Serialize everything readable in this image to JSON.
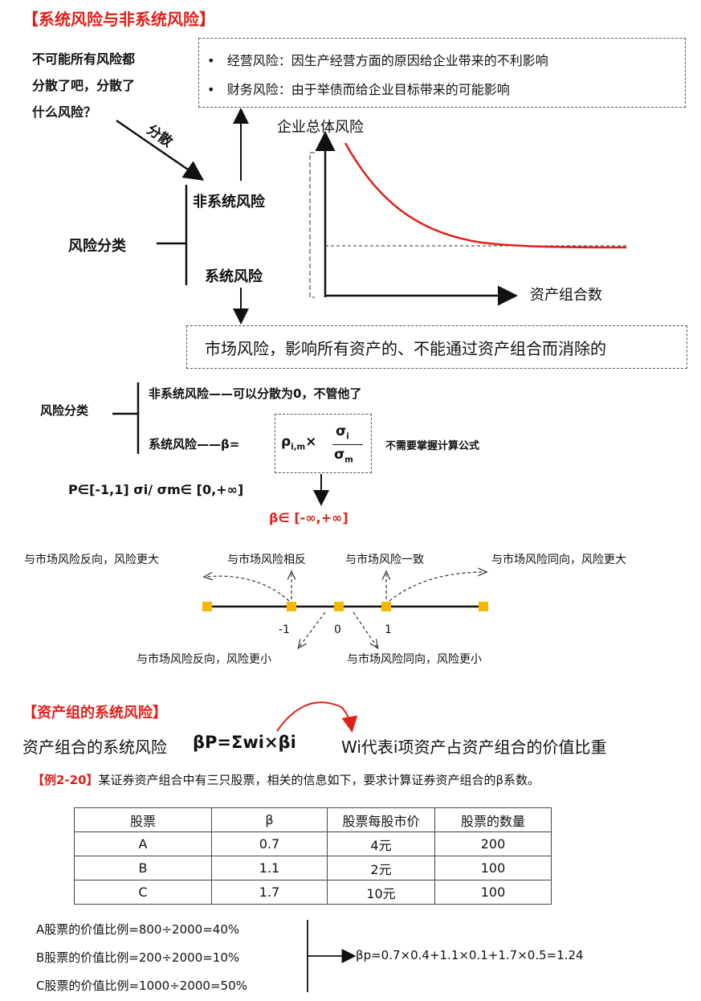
{
  "section1": {
    "title": "【系统风险与非系统风险】",
    "question": [
      "不可能所有风险都",
      "分散了吧，分散了",
      "什么风险？"
    ],
    "diversify_label": "分散",
    "bullets": [
      "经营风险：因生产经营方面的原因给企业带来的不利影响",
      "财务风险：由于举债而给企业目标带来的可能影响"
    ],
    "bullet_symbol": "•",
    "classification": "风险分类",
    "unsystematic": "非系统风险",
    "systematic": "系统风险",
    "chart_ylabel": "企业总体风险",
    "chart_xlabel": "资产组合数",
    "market_risk": "市场风险，影响所有资产的、不能通过资产组合而消除的"
  },
  "section2": {
    "classification": "风险分类",
    "unsystematic_line": "非系统风险——可以分散为0，不管他了",
    "systematic_prefix": "系统风险——β=",
    "rho": "ρ",
    "rho_sub": "i,m",
    "times": "×",
    "sigma_i": "σ",
    "sigma_i_sub": "i",
    "sigma_m": "σ",
    "sigma_m_sub": "m",
    "note": "不需要掌握计算公式",
    "ranges": "P∈[-1,1] σi/ σm∈ [0,+∞]",
    "beta_range": "β∈ [-∞,+∞]"
  },
  "number_line": {
    "ticks": [
      "-1",
      "0",
      "1"
    ],
    "top_labels": [
      "与市场风险反向，风险更大",
      "与市场风险相反",
      "与市场风险一致",
      "与市场风险同向，风险更大"
    ],
    "bottom_labels": [
      "与市场风险反向，风险更小",
      "与市场风险同向，风险更小"
    ],
    "marker_color": "#f5b800"
  },
  "section3": {
    "title": "【资产组的系统风险】",
    "formula_text": "资产组合的系统风险",
    "formula": "βP=Σwi×βi",
    "weight_note": "Wi代表i项资产占资产组合的价值比重",
    "example_tag": "【例2-20】",
    "example_text": "某证券资产组合中有三只股票，相关的信息如下，要求计算证券资产组合的β系数。",
    "table": {
      "headers": [
        "股票",
        "β",
        "股票每股市价",
        "股票的数量"
      ],
      "rows": [
        [
          "A",
          "0.7",
          "4元",
          "200"
        ],
        [
          "B",
          "1.1",
          "2元",
          "100"
        ],
        [
          "C",
          "1.7",
          "10元",
          "100"
        ]
      ]
    },
    "ratios": [
      "A股票的价值比例=800÷2000=40%",
      "B股票的价值比例=200÷2000=10%",
      "C股票的价值比例=1000÷2000=50%"
    ],
    "result": "βp=0.7×0.4+1.1×0.1+1.7×0.5=1.24"
  },
  "colors": {
    "accent_red": "#e0201b",
    "marker": "#f5b800"
  }
}
